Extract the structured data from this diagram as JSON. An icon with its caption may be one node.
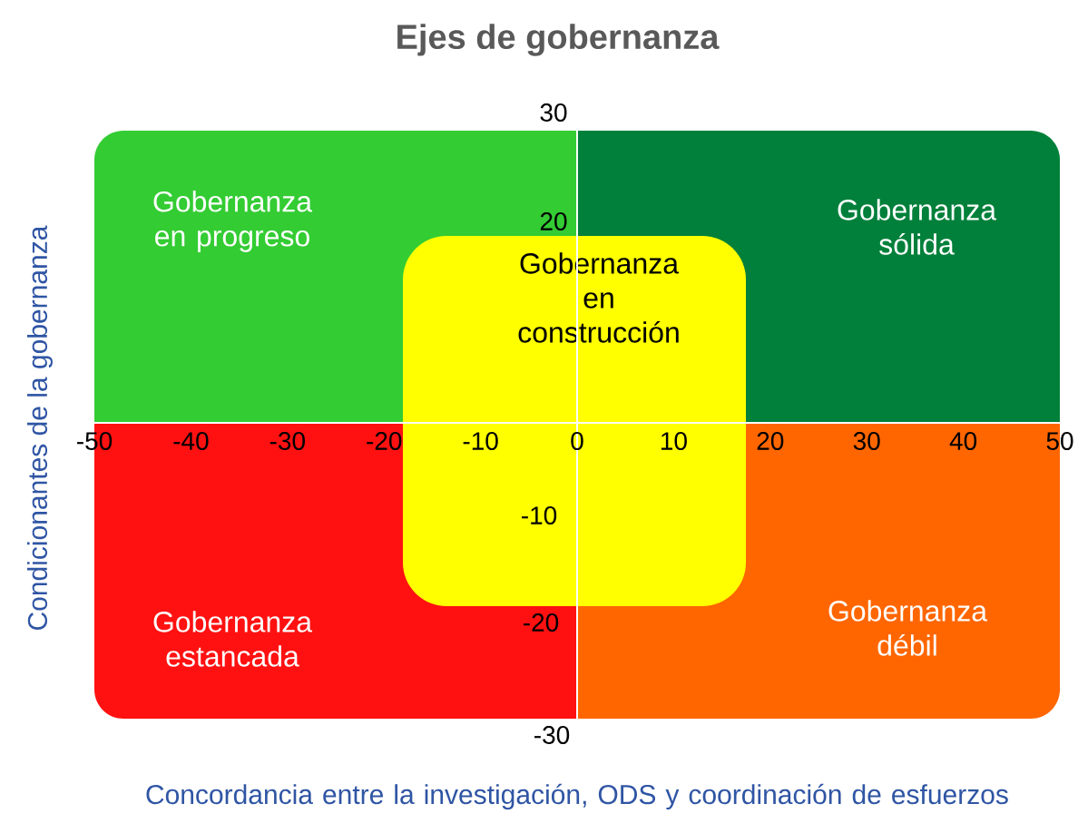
{
  "diagram": {
    "title": "Ejes de gobernanza",
    "nodes": [
      {
        "text": [
          "Gobernanza en progreso"
        ]
      },
      {
        "text": [
          "Gobernanza sólida"
        ]
      },
      {
        "text": [
          "Gobernanza en construcción"
        ]
      },
      {
        "text": [
          "Gobernanza estancada"
        ]
      },
      {
        "text": [
          "Gobernanza débil"
        ]
      }
    ],
    "labels": [
      "Condicionantes de la gobernanza",
      "30",
      "20",
      "-50",
      "-40",
      "-30",
      "-20",
      "-10",
      "0",
      "10",
      "20",
      "30",
      "40",
      "50",
      "-10",
      "-20",
      "-30",
      "Concordancia entre la investigación, ODS y coordinación de esfuerzos"
    ]
  }
}
